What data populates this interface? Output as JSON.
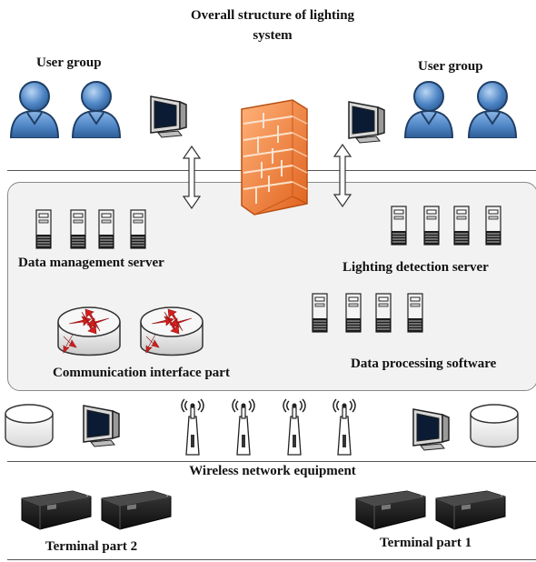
{
  "title_line1": "Overall structure of lighting",
  "title_line2": "system",
  "user_group_left": "User group",
  "user_group_right": "User group",
  "data_management_server": "Data management server",
  "lighting_detection_server": "Lighting detection server",
  "communication_interface_part": "Communication interface part",
  "data_processing_software": "Data processing software",
  "wireless_network_equipment": "Wireless network equipment",
  "terminal_part_2": "Terminal part 2",
  "terminal_part_1": "Terminal part 1",
  "colors": {
    "user_fill": "#4f86c6",
    "user_dark": "#1f3f66",
    "firewall": "#f07a2c",
    "router_arrow": "#d61f1f",
    "panel_bg": "#f2f2f2"
  },
  "icons": [
    "user-icon",
    "monitor-icon",
    "firewall-icon",
    "double-arrow-icon",
    "server-tower-icon",
    "router-icon",
    "disk-icon",
    "antenna-icon",
    "terminal-box-icon"
  ]
}
